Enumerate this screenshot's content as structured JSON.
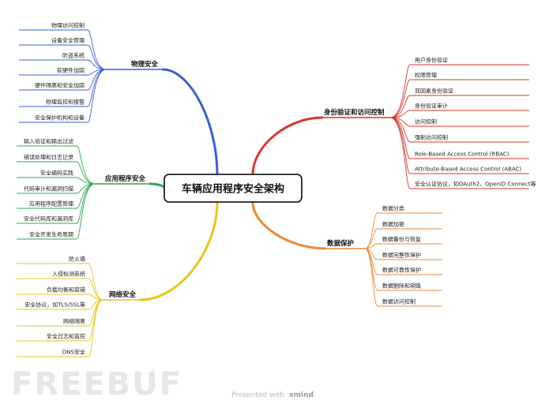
{
  "root": {
    "label": "车辆应用程序安全架构"
  },
  "branches": {
    "physical": {
      "label": "物理安全",
      "color": "#3a5fd9",
      "items": [
        "物理访问控制",
        "设备安全管理",
        "防盗系统",
        "软硬件加固",
        "硬件隔离和安全加固",
        "物理监控和报警",
        "安全保护机构和设备"
      ]
    },
    "appsec": {
      "label": "应用程序安全",
      "color": "#2ea84f",
      "items": [
        "输入验证和输出过滤",
        "错误处理和日志记录",
        "安全编码实践",
        "代码审计和漏洞扫描",
        "应用程序配置管理",
        "安全代码库和漏洞库",
        "安全开发生命周期"
      ]
    },
    "network": {
      "label": "网络安全",
      "color": "#e6c619",
      "items": [
        "防火墙",
        "入侵检测系统",
        "负载均衡和容错",
        "安全协议，如TLS/SSL等",
        "网络隔离",
        "安全日志和监控",
        "DNS安全"
      ]
    },
    "identity": {
      "label": "身份验证和访问控制",
      "color": "#d9352b",
      "items": [
        "用户身份验证",
        "权限管理",
        "双因素身份验证",
        "身份验证审计",
        "访问控制",
        "强制访问控制",
        "Role-Based Access Control (RBAC)",
        "Attribute-Based Access Control (ABAC)",
        "安全认证协议，如OAuth2、OpenID Connect等"
      ]
    },
    "data": {
      "label": "数据保护",
      "color": "#ea8a3a",
      "items": [
        "数据分类",
        "数据加密",
        "数据备份与恢复",
        "数据完整性保护",
        "数据可靠性保护",
        "数据删除和销毁",
        "数据访问控制"
      ]
    }
  },
  "watermark": {
    "text": "FREEBUF"
  },
  "footer": {
    "prefix": "Presented with",
    "brand": "xmind"
  }
}
